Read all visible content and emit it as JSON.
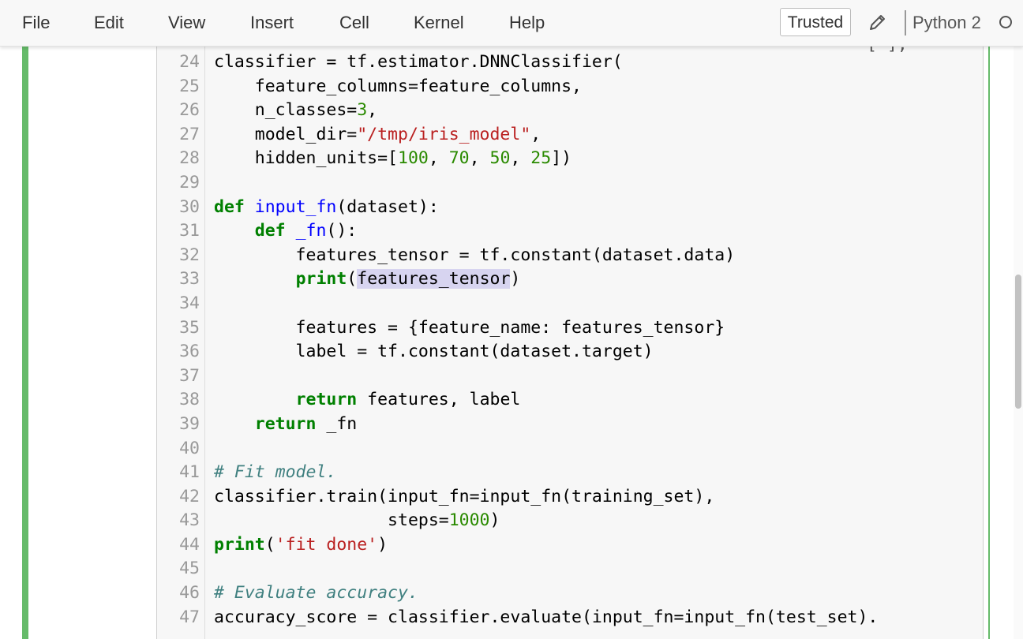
{
  "menubar": {
    "items": [
      "File",
      "Edit",
      "View",
      "Insert",
      "Cell",
      "Kernel",
      "Help"
    ],
    "trusted_label": "Trusted",
    "edit_icon": "pencil-icon",
    "kernel_name": "Python 2",
    "kernel_status_icon": "kernel-idle-circle-icon"
  },
  "colors": {
    "cell_selected_border": "#66bb6a",
    "keyword": "#008000",
    "function_name": "#0000ff",
    "number": "#2a8a00",
    "string": "#ba2121",
    "comment": "#408080",
    "selection": "#d7d4f0"
  },
  "editor": {
    "line_numbers": [
      "24",
      "25",
      "26",
      "27",
      "28",
      "29",
      "30",
      "31",
      "32",
      "33",
      "34",
      "35",
      "36",
      "37",
      "38",
      "39",
      "40",
      "41",
      "42",
      "43",
      "44",
      "45",
      "46",
      "47"
    ],
    "tokens": {
      "l24": "classifier = tf.estimator.DNNClassifier(",
      "l25": "    feature_columns=feature_columns,",
      "l26a": "    n_classes=",
      "l26b": "3",
      "l26c": ",",
      "l27a": "    model_dir=",
      "l27b": "\"/tmp/iris_model\"",
      "l27c": ",",
      "l28a": "    hidden_units=[",
      "l28b": "100",
      "l28c": ", ",
      "l28d": "70",
      "l28e": ", ",
      "l28f": "50",
      "l28g": ", ",
      "l28h": "25",
      "l28i": "])",
      "l30a": "def",
      "l30b": " ",
      "l30c": "input_fn",
      "l30d": "(dataset):",
      "l31a": "    ",
      "l31b": "def",
      "l31c": " ",
      "l31d": "_fn",
      "l31e": "():",
      "l32": "        features_tensor = tf.constant(dataset.data)",
      "l33a": "        ",
      "l33b": "print",
      "l33c": "(",
      "l33d": "features_tensor",
      "l33e": ")",
      "l35": "        features = {feature_name: features_tensor}",
      "l36": "        label = tf.constant(dataset.target)",
      "l38a": "        ",
      "l38b": "return",
      "l38c": " features, label",
      "l39a": "    ",
      "l39b": "return",
      "l39c": " _fn",
      "l41": "# Fit model.",
      "l42": "classifier.train(input_fn=input_fn(training_set),",
      "l43a": "                 steps=",
      "l43b": "1000",
      "l43c": ")",
      "l44a": "print",
      "l44b": "(",
      "l44c": "'fit done'",
      "l44d": ")",
      "l46": "# Evaluate accuracy.",
      "l47": "accuracy_score = classifier.evaluate(input_fn=input_fn(test_set)."
    }
  }
}
